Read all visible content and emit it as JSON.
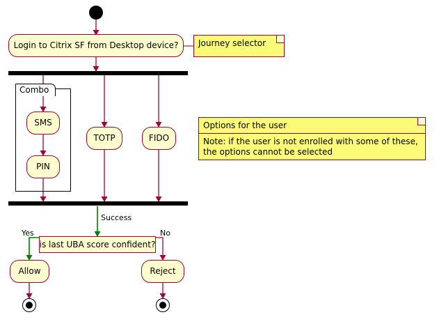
{
  "diagram": {
    "type": "uml-activity",
    "colors": {
      "node_fill": "#FEFECE",
      "node_border": "#A80036",
      "note_fill": "#FBFB77",
      "arrow": "#A80036",
      "success_arrow": "#008000",
      "bar": "#000000"
    },
    "start_node": "start",
    "activities": [
      {
        "id": "login",
        "label": "Login to Citrix SF from Desktop device?"
      },
      {
        "id": "sms",
        "label": "SMS"
      },
      {
        "id": "pin",
        "label": "PIN"
      },
      {
        "id": "totp",
        "label": "TOTP"
      },
      {
        "id": "fido",
        "label": "FIDO"
      },
      {
        "id": "allow",
        "label": "Allow"
      },
      {
        "id": "reject",
        "label": "Reject"
      }
    ],
    "decision": {
      "id": "uba",
      "label": "is last UBA score confident?"
    },
    "group": {
      "label": "Combo"
    },
    "edge_labels": {
      "success": "Success",
      "yes": "Yes",
      "no": "No"
    },
    "notes": [
      {
        "id": "journey-note",
        "text": "Journey selector"
      },
      {
        "id": "options-note",
        "title": "Options for the user",
        "body": "Note: if the user is not enrolled with some of these, the options cannot be selected"
      }
    ]
  }
}
